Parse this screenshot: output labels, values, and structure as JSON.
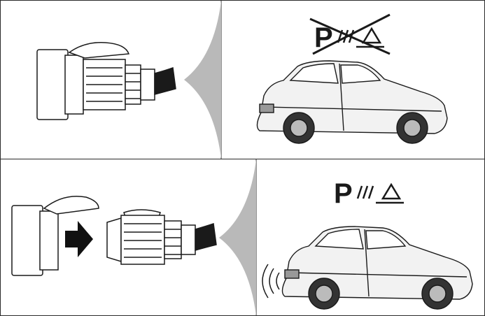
{
  "panels": [
    {
      "id": "top",
      "parking_symbol": {
        "letter": "P",
        "status": "disabled"
      },
      "plug_state": "connected",
      "car": "rear-three-quarter-view"
    },
    {
      "id": "bottom",
      "parking_symbol": {
        "letter": "P",
        "status": "active"
      },
      "plug_state": "disconnected",
      "car": "rear-three-quarter-view",
      "sensor": "sound-waves"
    }
  ],
  "colors": {
    "line": "#1a1a1a",
    "divider_wedge": "#b9b9b9",
    "car_body": "#f2f2f2",
    "arrow": "#111111"
  }
}
